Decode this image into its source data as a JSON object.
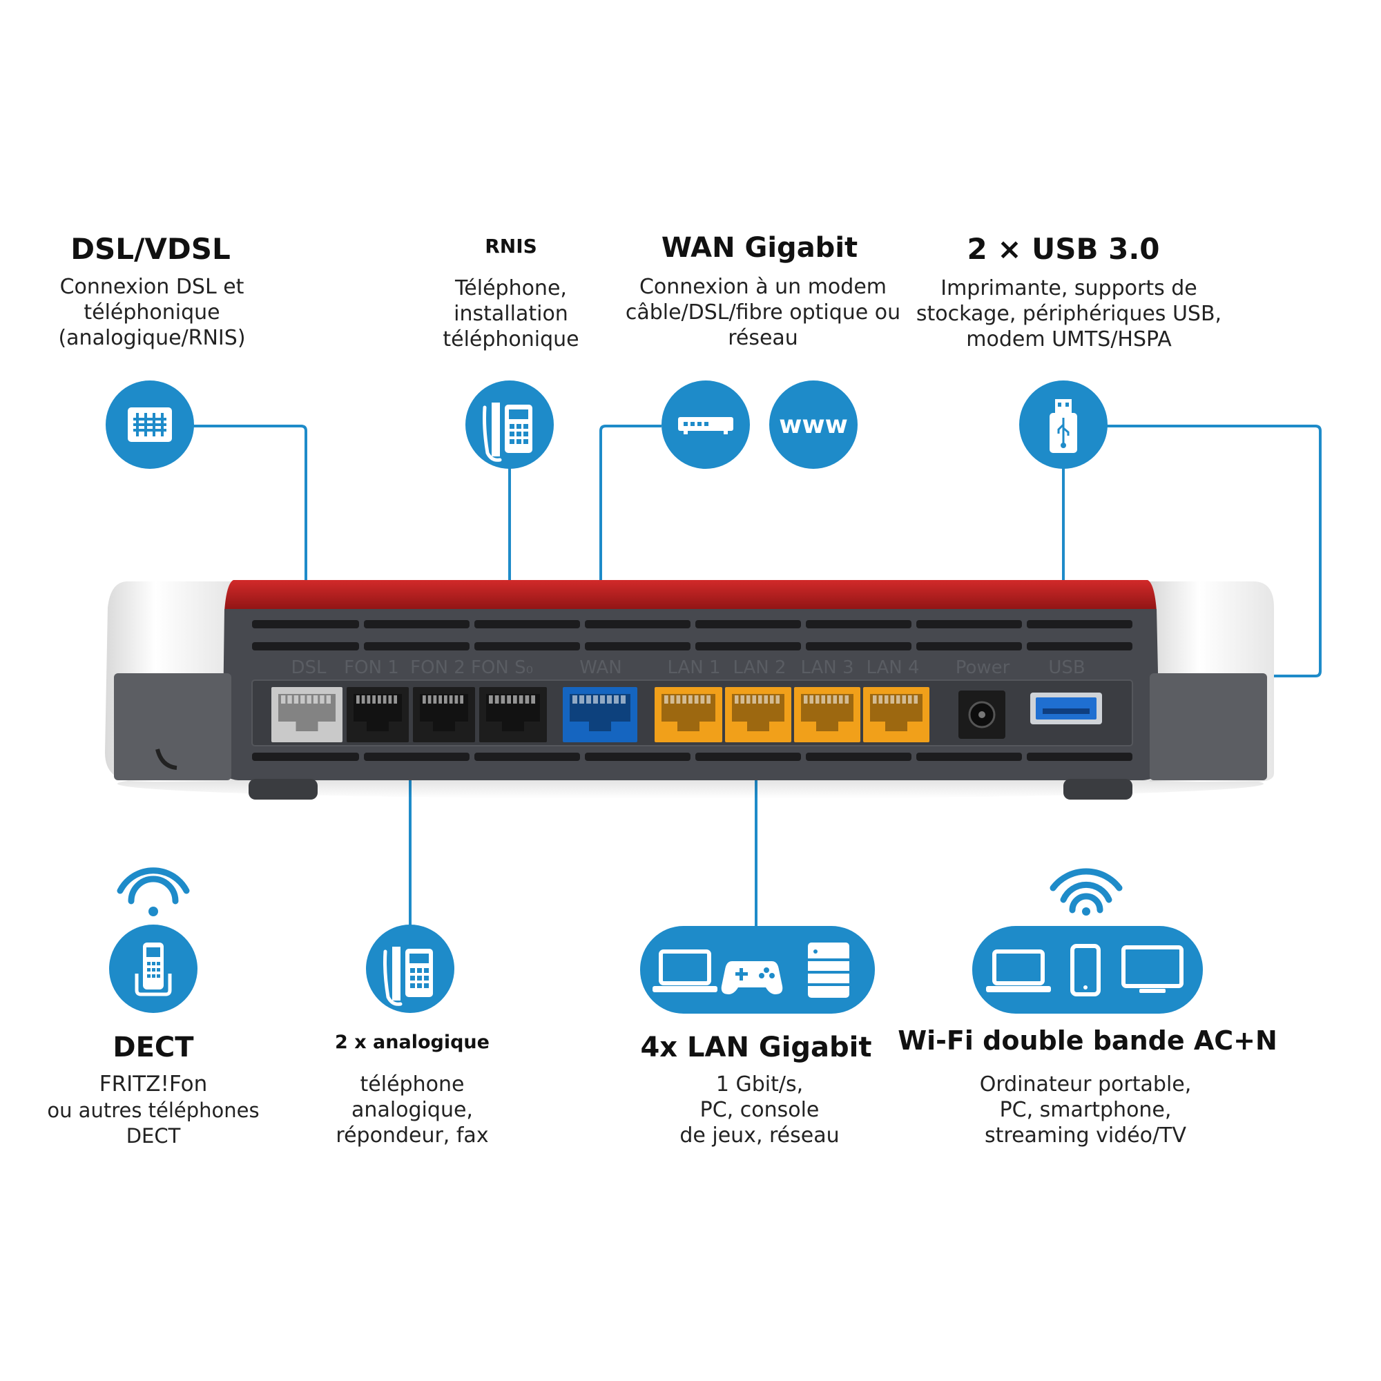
{
  "colors": {
    "accent": "#1e8bc9",
    "router_red": "#b31b1b",
    "router_body": "#47494f",
    "router_white": "#f2f2f2",
    "port_grey": "#c9c9c9",
    "port_black": "#1d1d1d",
    "port_blue": "#1565c0",
    "port_yellow": "#f1a01a",
    "usb_blue": "#1f6fd1"
  },
  "features": {
    "dsl": {
      "title": "DSL/VDSL",
      "lines": [
        "Connexion DSL et",
        "téléphonique",
        "(analogique/RNIS)"
      ],
      "icon": "dsl-splitter-icon"
    },
    "rnis": {
      "title": "RNIS",
      "lines": [
        "Téléphone,",
        "installation",
        "téléphonique"
      ],
      "icon": "desk-phone-icon"
    },
    "wan": {
      "title": "WAN Gigabit",
      "lines": [
        "Connexion à un modem",
        "câble/DSL/fibre optique ou",
        "réseau"
      ],
      "icons": [
        "modem-icon",
        "www-icon"
      ],
      "www_text": "www"
    },
    "usb": {
      "title": "2 × USB 3.0",
      "lines": [
        "Imprimante, supports de",
        "stockage, périphériques USB,",
        "modem UMTS/HSPA"
      ],
      "icon": "usb-stick-icon"
    },
    "dect": {
      "title": "DECT",
      "lines": [
        "FRITZ!Fon",
        "ou autres téléphones",
        "DECT"
      ],
      "icon": "cordless-phone-icon"
    },
    "analog": {
      "title": "2 x analogique",
      "lines": [
        "téléphone",
        "analogique,",
        "répondeur, fax"
      ],
      "icon": "desk-phone-icon"
    },
    "lan": {
      "title": "4x LAN Gigabit",
      "lines": [
        "1 Gbit/s,",
        "PC, console",
        "de jeux, réseau"
      ],
      "icons": [
        "laptop-icon",
        "gamepad-icon",
        "server-icon"
      ]
    },
    "wifi": {
      "title": "Wi-Fi double bande AC+N",
      "lines": [
        "Ordinateur portable,",
        "PC, smartphone,",
        "streaming vidéo/TV"
      ],
      "icons": [
        "laptop-icon",
        "smartphone-icon",
        "monitor-icon"
      ]
    }
  },
  "router": {
    "port_labels": [
      "DSL",
      "FON 1",
      "FON 2",
      "FON S₀",
      "WAN",
      "LAN 1",
      "LAN 2",
      "LAN 3",
      "LAN 4",
      "Power",
      "USB"
    ]
  }
}
